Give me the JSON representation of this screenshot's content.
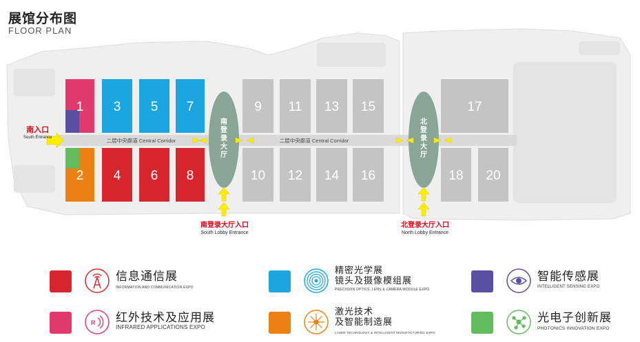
{
  "header": {
    "title_cn": "展馆分布图",
    "title_en": "FLOOR PLAN"
  },
  "colors": {
    "red": "#d7262e",
    "pink": "#e13a6c",
    "blue": "#1ba6e0",
    "purple": "#5b4fa3",
    "orange": "#ea8112",
    "green": "#62bc5d",
    "gray": "#c8c8c8",
    "hallgray": "#c4c4c4",
    "lobby": "#89a596",
    "yellow": "#ffed00",
    "entrance_red": "#e60012"
  },
  "halls": [
    {
      "id": "1"
    },
    {
      "id": "2"
    },
    {
      "id": "3"
    },
    {
      "id": "4"
    },
    {
      "id": "5"
    },
    {
      "id": "6"
    },
    {
      "id": "7"
    },
    {
      "id": "8"
    },
    {
      "id": "9"
    },
    {
      "id": "10"
    },
    {
      "id": "11"
    },
    {
      "id": "12"
    },
    {
      "id": "13"
    },
    {
      "id": "14"
    },
    {
      "id": "15"
    },
    {
      "id": "16"
    },
    {
      "id": "17"
    },
    {
      "id": "18"
    },
    {
      "id": "20"
    }
  ],
  "corridor": {
    "label_left": "二层中央廊道  Central Corridor",
    "label_right": "二层中央廊道  Central Corridor"
  },
  "lobbies": {
    "south": {
      "label": "南登录大厅"
    },
    "north": {
      "label": "北登录大厅"
    }
  },
  "entrances": {
    "south_entrance": {
      "cn": "南入口",
      "en": "South Entrance"
    },
    "south_lobby_entrance": {
      "cn": "南登录大厅入口",
      "en": "South Lobby Entrance"
    },
    "north_lobby_entrance": {
      "cn": "北登录大厅入口",
      "en": "North Lobby Entrance"
    }
  },
  "legend": [
    {
      "key": "info",
      "color": "#d7262e",
      "icon": "signal-tower-icon",
      "cn": "信息通信展",
      "en": "INFORMATION AND COMMUNICATION EXPO"
    },
    {
      "key": "precision",
      "color": "#1ba6e0",
      "icon": "lens-rings-icon",
      "cn": "精密光学展\n镜头及摄像模组展",
      "en": "PRECISION OPTICS, LENS & CAMERA MODULE EXPO"
    },
    {
      "key": "sensing",
      "color": "#5b4fa3",
      "icon": "eye-icon",
      "cn": "智能传感展",
      "en": "INTELLIGENT SENSING EXPO"
    },
    {
      "key": "infrared",
      "color": "#e13a6c",
      "icon": "infrared-waves-icon",
      "cn": "红外技术及应用展",
      "en": "INFRARED APPLICATIONS EXPO"
    },
    {
      "key": "laser",
      "color": "#ea8112",
      "icon": "laser-burst-icon",
      "cn": "激光技术\n及智能制造展",
      "en": "LASER TECHNOLOGY & INTELLIGENT MANUFACTURING EXPO"
    },
    {
      "key": "photonics",
      "color": "#62bc5d",
      "icon": "molecule-icon",
      "cn": "光电子创新展",
      "en": "PHOTONICS INNOVATION EXPO"
    }
  ]
}
